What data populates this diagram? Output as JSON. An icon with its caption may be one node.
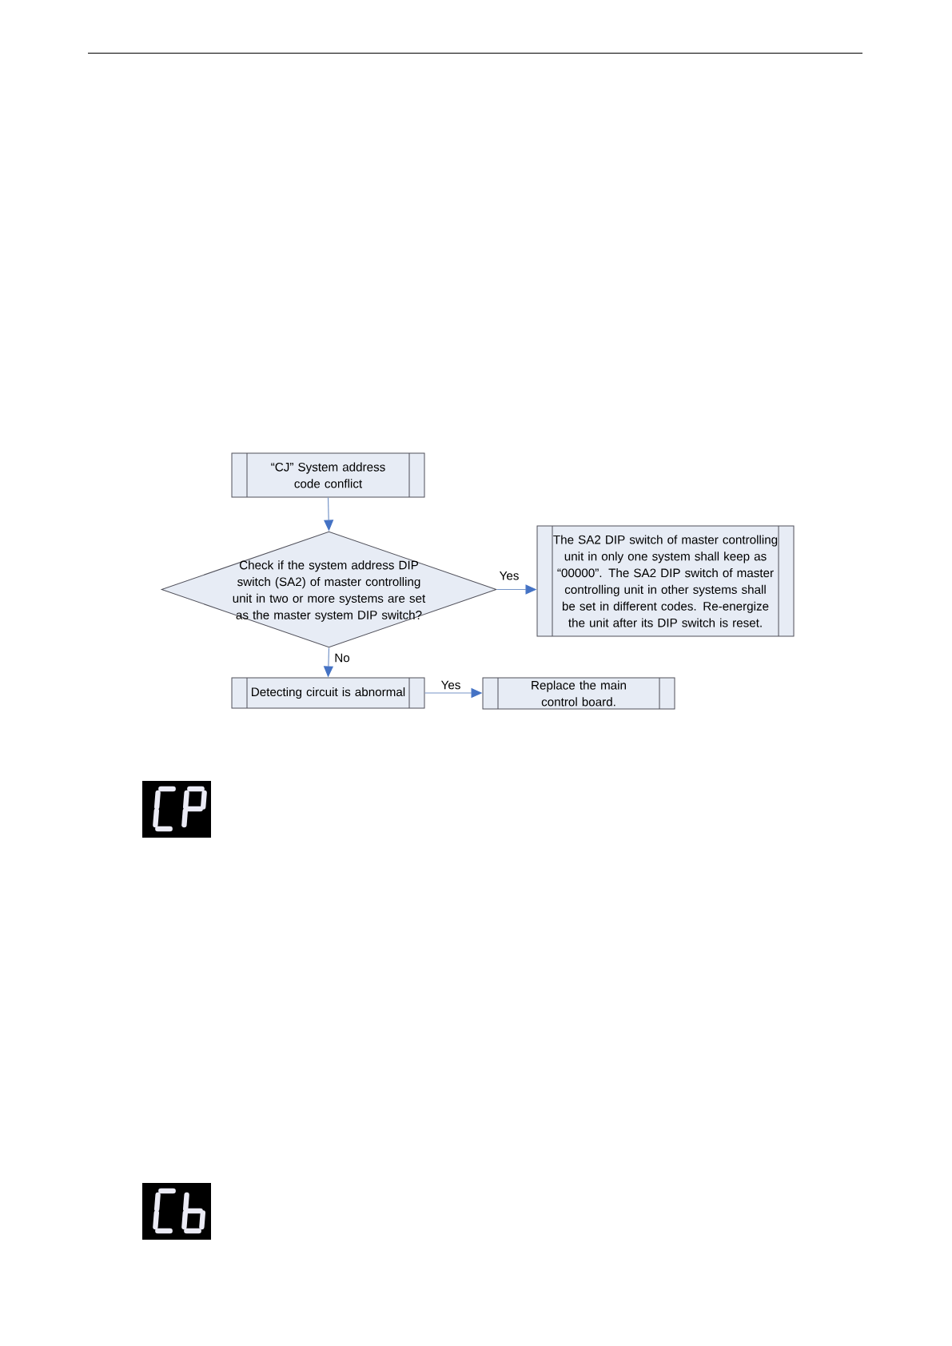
{
  "diagram": {
    "nodes": [
      {
        "text": [
          "“CJ” System address code conflict"
        ]
      },
      {
        "text": [
          "Check if the system address DIP switch (SA2) of master controlling unit in two or more systems are set as the master system DIP switch?"
        ]
      },
      {
        "text": [
          "The SA2 DIP switch of master controlling unit in only one system shall keep as “00000”. The SA2 DIP switch of master controlling unit in other systems shall be set in different codes. Re-energize the unit after its DIP switch is reset."
        ]
      },
      {
        "text": [
          "Detecting circuit is abnormal"
        ]
      },
      {
        "text": [
          "Replace the main control board."
        ]
      }
    ],
    "edges": [
      {
        "from": 0,
        "to": 1,
        "arrow": "to"
      },
      {
        "from": 1,
        "to": 2,
        "arrow": "to",
        "label": "Yes"
      },
      {
        "from": 1,
        "to": 3,
        "arrow": "to",
        "label": "No"
      },
      {
        "from": 3,
        "to": 4,
        "arrow": "to",
        "label": "Yes"
      }
    ]
  }
}
